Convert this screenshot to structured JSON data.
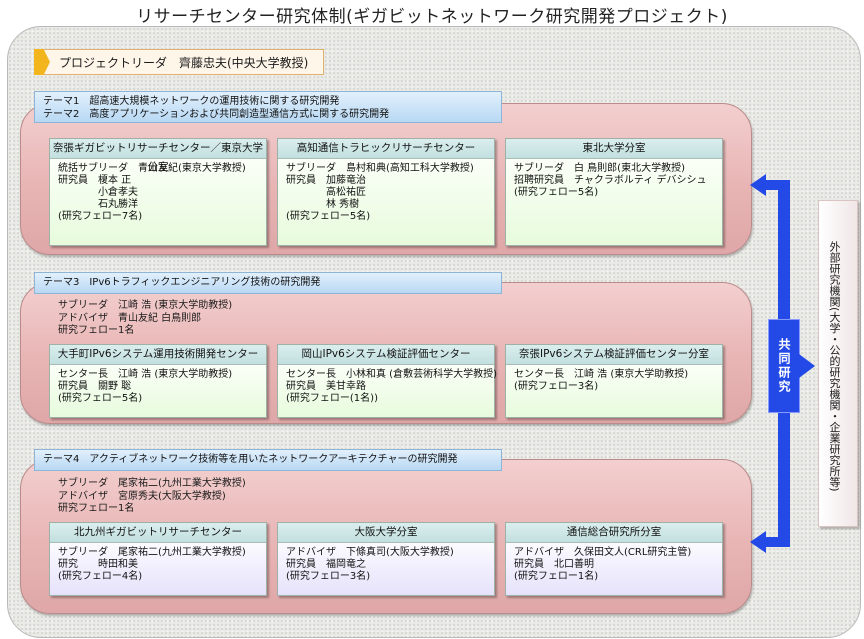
{
  "title": "リサーチセンター研究体制(ギガビットネットワーク研究開発プロジェクト)",
  "leader": "プロジェクトリーダ　齊藤忠夫(中央大学教授)",
  "bands": [
    {
      "theme_lines": [
        "テーマ1　超高速大規模ネットワークの運用技術に関する研究開発",
        "テーマ2　高度アプリケーションおよび共同創造型通信方式に関する研究開発"
      ],
      "info_lines": [],
      "cards": [
        {
          "header": "奈張ギガビットリサーチセンター／東京大学分室",
          "lines": [
            "統括サブリーダ　青山友紀(東京大学教授)",
            "研究員　榎本 正",
            "　　　　小倉孝夫",
            "　　　　石丸勝洋",
            "(研究フェロー7名)"
          ]
        },
        {
          "header": "高知通信トラヒックリサーチセンター",
          "lines": [
            "サブリーダ　島村和典(高知工科大学教授)",
            "研究員　加藤竜治",
            "　　　　高松祐匠",
            "　　　　林 秀樹",
            "(研究フェロー5名)"
          ]
        },
        {
          "header": "東北大学分室",
          "lines": [
            "サブリーダ　白 鳥則郎(東北大学教授)",
            "招聘研究員　チャクラボルティ デバシシュ",
            "(研究フェロー5名)"
          ]
        }
      ]
    },
    {
      "theme_lines": [
        "テーマ3　IPv6トラフィックエンジニアリング技術の研究開発"
      ],
      "info_lines": [
        "サブリーダ　江崎 浩 (東京大学助教授)",
        "アドバイザ　青山友紀 白鳥則郎",
        "研究フェロー1名"
      ],
      "cards": [
        {
          "header": "大手町IPv6システム運用技術開発センター",
          "lines": [
            "センター長　江崎 浩 (東京大学助教授)",
            "研究員　關野 聡",
            "(研究フェロー5名)"
          ]
        },
        {
          "header": "岡山IPv6システム検証評価センター",
          "lines": [
            "センター長　小林和真 (倉敷芸術科学大学教授)",
            "研究員　美甘幸路",
            "(研究フェロー(1名))"
          ]
        },
        {
          "header": "奈張IPv6システム検証評価センター分室",
          "lines": [
            "センター長　江崎 浩 (東京大学助教授)",
            "(研究フェロー3名)"
          ]
        }
      ]
    },
    {
      "theme_lines": [
        "テーマ4　アクティブネットワーク技術等を用いたネットワークアーキテクチャーの研究開発"
      ],
      "info_lines": [
        "サブリーダ　尾家祐二(九州工業大学教授)",
        "アドバイザ　宮原秀夫(大阪大学教授)",
        "研究フェロー1名"
      ],
      "cards": [
        {
          "header": "北九州ギガビットリサーチセンター",
          "lines": [
            "サブリーダ　尾家祐二(九州工業大学教授)",
            "研究　　時田和美",
            "(研究フェロー4名)"
          ]
        },
        {
          "header": "大阪大学分室",
          "lines": [
            "アドバイザ　下條真司(大阪大学教授)",
            "研究員　福岡竜之",
            "(研究フェロー3名)"
          ]
        },
        {
          "header": "通信総合研究所分室",
          "lines": [
            "アドバイザ　久保田文人(CRL研究主管)",
            "研究員　北口善明",
            "(研究フェロー1名)"
          ]
        }
      ]
    }
  ],
  "joint_research": "共同研究",
  "external": "外部研究機関(大学・公的研究機関・企業研究所等)",
  "colors": {
    "band": "#e8b4b4",
    "theme": "#b8d8f3",
    "arrow": "#2349e6",
    "leader_tab": "#f2b51d"
  }
}
